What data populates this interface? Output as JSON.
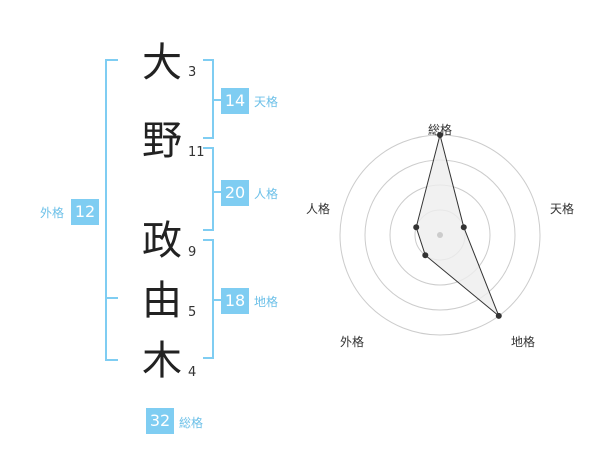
{
  "name": {
    "chars": [
      {
        "char": "大",
        "strokes": "3"
      },
      {
        "char": "野",
        "strokes": "11"
      },
      {
        "char": "政",
        "strokes": "9"
      },
      {
        "char": "由",
        "strokes": "5"
      },
      {
        "char": "木",
        "strokes": "4"
      }
    ]
  },
  "fortune": {
    "tenkaku": {
      "label": "天格",
      "value": "14"
    },
    "jinkaku": {
      "label": "人格",
      "value": "20"
    },
    "chikaku": {
      "label": "地格",
      "value": "18"
    },
    "gaikaku": {
      "label": "外格",
      "value": "12"
    },
    "soukaku": {
      "label": "総格",
      "value": "32"
    }
  },
  "radar": {
    "axes": [
      "総格",
      "天格",
      "地格",
      "外格",
      "人格"
    ],
    "levels": 4,
    "values": [
      4,
      1,
      4,
      1,
      1
    ],
    "colors": {
      "ring": "#cccccc",
      "fill": "#eeeeee",
      "line": "#333333",
      "point": "#333333",
      "center": "#cccccc"
    }
  },
  "colors": {
    "bracket": "#7fcdf2",
    "badge": "#7fcdf2"
  }
}
